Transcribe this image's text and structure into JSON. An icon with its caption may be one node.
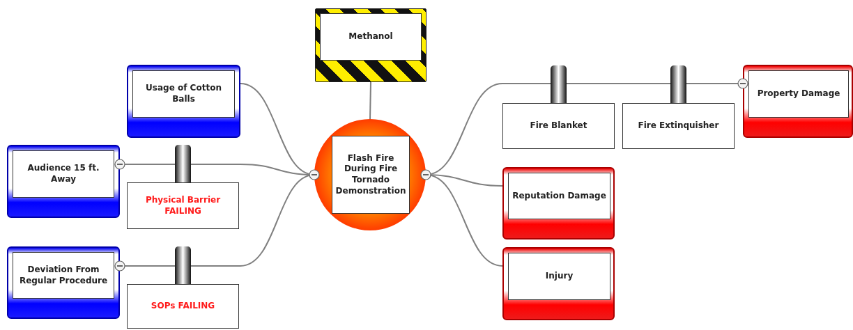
{
  "diagram": {
    "nodes": [
      {
        "text": [
          "Methanol"
        ]
      },
      {
        "text": [
          "Usage of Cotton Balls"
        ]
      },
      {
        "text": [
          "Audience 15 ft. Away"
        ]
      },
      {
        "text": [
          "Physical Barrier FAILING"
        ]
      },
      {
        "text": [
          "Deviation From Regular Procedure"
        ]
      },
      {
        "text": [
          "SOPs FAILING"
        ]
      },
      {
        "text": [
          "Flash Fire During Fire Tornado Demonstration"
        ]
      },
      {
        "text": [
          "Fire Blanket"
        ]
      },
      {
        "text": [
          "Fire Extinquisher"
        ]
      },
      {
        "text": [
          "Property Damage"
        ]
      },
      {
        "text": [
          "Reputation Damage"
        ]
      },
      {
        "text": [
          "Injury"
        ]
      }
    ],
    "edges": [
      {
        "from": 0,
        "to": 6,
        "arrow": "none"
      },
      {
        "from": 1,
        "to": 6,
        "arrow": "none"
      },
      {
        "from": 2,
        "to": 6,
        "arrow": "none"
      },
      {
        "from": 4,
        "to": 6,
        "arrow": "none"
      },
      {
        "from": 6,
        "to": 9,
        "arrow": "none"
      },
      {
        "from": 6,
        "to": 10,
        "arrow": "none"
      },
      {
        "from": 6,
        "to": 11,
        "arrow": "none"
      }
    ]
  }
}
